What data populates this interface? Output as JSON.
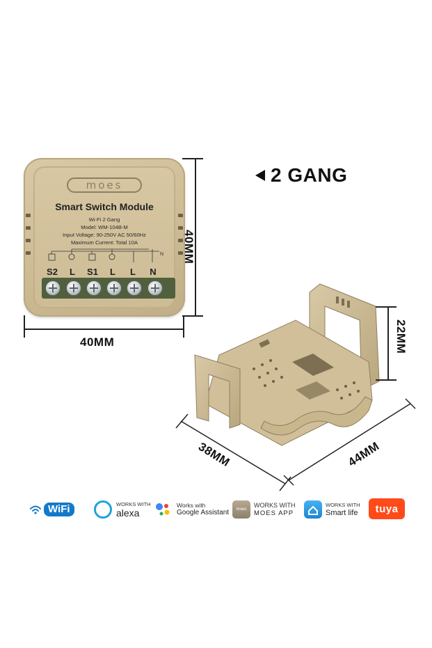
{
  "module": {
    "brand": "moes",
    "title": "Smart Switch Module",
    "lines": [
      "Wi-Fi 2 Gang",
      "Model: WM-104B-M",
      "Input Voltage: 90-250V AC 50/60Hz",
      "Maximum Current: Total 10A"
    ],
    "terminals": [
      "S2",
      "L",
      "S1",
      "L",
      "L",
      "N"
    ]
  },
  "gang_label": "2 GANG",
  "dimensions": {
    "module_height": "40MM",
    "module_width": "40MM",
    "bracket_height": "22MM",
    "bracket_depth": "38MM",
    "bracket_width": "44MM"
  },
  "logos": {
    "wifi": "WiFi",
    "alexa_top": "WORKS WITH",
    "alexa": "alexa",
    "google_top": "Works with",
    "google": "Google Assistant",
    "moes_top": "WORKS WITH",
    "moes": "MOES APP",
    "smartlife_top": "WORKS WITH",
    "smartlife": "Smart life",
    "tuya": "tuya"
  },
  "colors": {
    "module_beige": "#d3c39d",
    "terminal_green": "#50603c",
    "alexa_blue": "#1fa3d8",
    "tuya_orange": "#ff4a1a",
    "wifi_blue": "#1479c9"
  }
}
